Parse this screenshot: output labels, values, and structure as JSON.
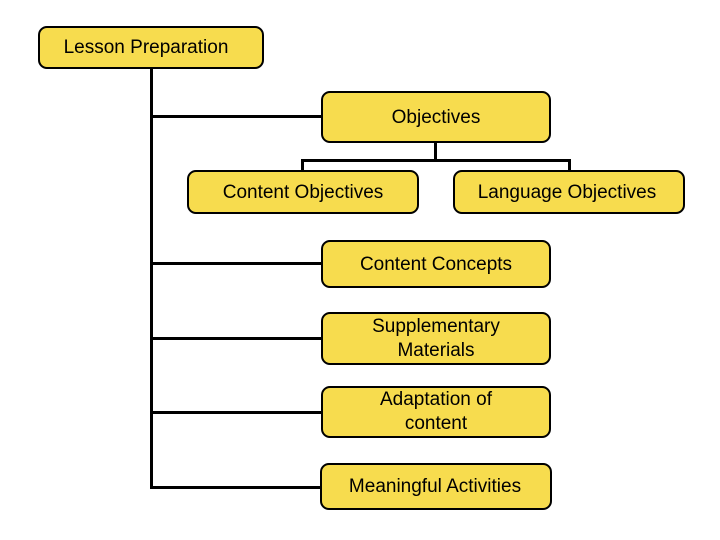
{
  "diagram": {
    "title": "Lesson Preparation",
    "style": {
      "node_fill": "#f7dc4e",
      "node_border": "#000000",
      "line_color": "#000000",
      "text_color": "#000000",
      "background": "#ffffff"
    },
    "root": {
      "label": "Lesson Preparation"
    },
    "branches": [
      {
        "id": "objectives",
        "label": "Objectives"
      },
      {
        "id": "concepts",
        "label": "Content Concepts"
      },
      {
        "id": "supplementary",
        "label": "Supplementary Materials",
        "line1": "Supplementary",
        "line2": "Materials"
      },
      {
        "id": "adaptation",
        "label": "Adaptation of content",
        "line1": "Adaptation of",
        "line2": "content"
      },
      {
        "id": "meaningful",
        "label": "Meaningful Activities"
      }
    ],
    "sub_branches": [
      {
        "id": "content-objectives",
        "label": "Content Objectives",
        "parent": "objectives"
      },
      {
        "id": "language-objectives",
        "label": "Language Objectives",
        "parent": "objectives"
      }
    ]
  }
}
